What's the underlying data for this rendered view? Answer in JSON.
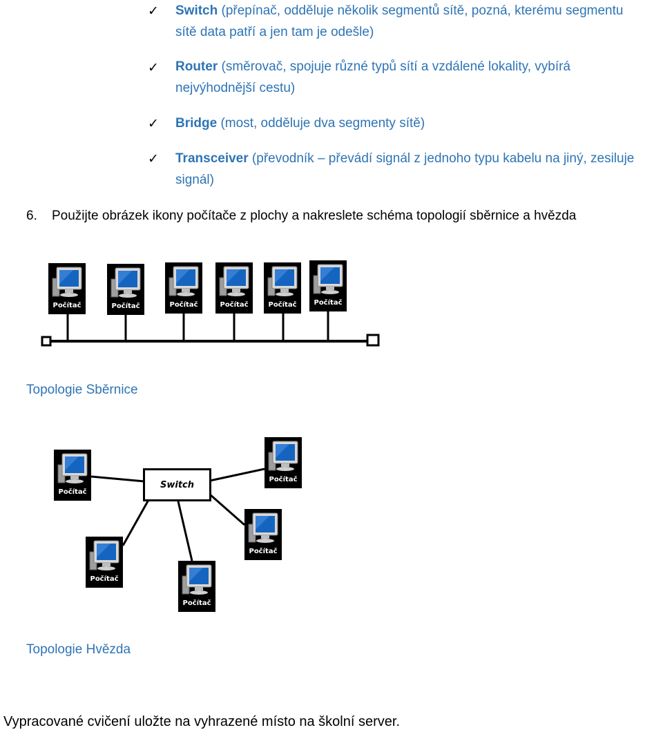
{
  "list_items": [
    {
      "term": "Switch",
      "desc_line1": " (přepínač, odděluje několik segmentů sítě, pozná, kterému segmentu",
      "desc_line2": "sítě data patří a jen tam je odešle)"
    },
    {
      "term": "Router",
      "desc_line1": " (směrovač, spojuje různé typů sítí a vzdálené lokality, vybírá",
      "desc_line2": "nejvýhodnější cestu)"
    },
    {
      "term": "Bridge",
      "desc_line1": " (most, odděluje dva segmenty sítě)",
      "desc_line2": ""
    },
    {
      "term": "Transceiver",
      "desc_line1": " (převodník – převádí signál z jednoho typu kabelu na jiný, zesiluje",
      "desc_line2": "signál)"
    }
  ],
  "check_glyph": "✓",
  "question": {
    "number": "6.",
    "text": "Použijte obrázek ikony počítače z plochy a nakreslete schéma topologií sběrnice a hvězda"
  },
  "computer_label": "Počítač",
  "switch_label": "Switch",
  "bus_caption": "Topologie Sběrnice",
  "star_caption": "Topologie Hvězda",
  "footer": "Vypracované cvičení uložte na vyhrazené místo na školní server.",
  "icons": {
    "check": "checkmark-icon",
    "computer": "computer-icon"
  },
  "colors": {
    "accent_text": "#2e74b5",
    "monitor_blue": "#1565c0"
  }
}
